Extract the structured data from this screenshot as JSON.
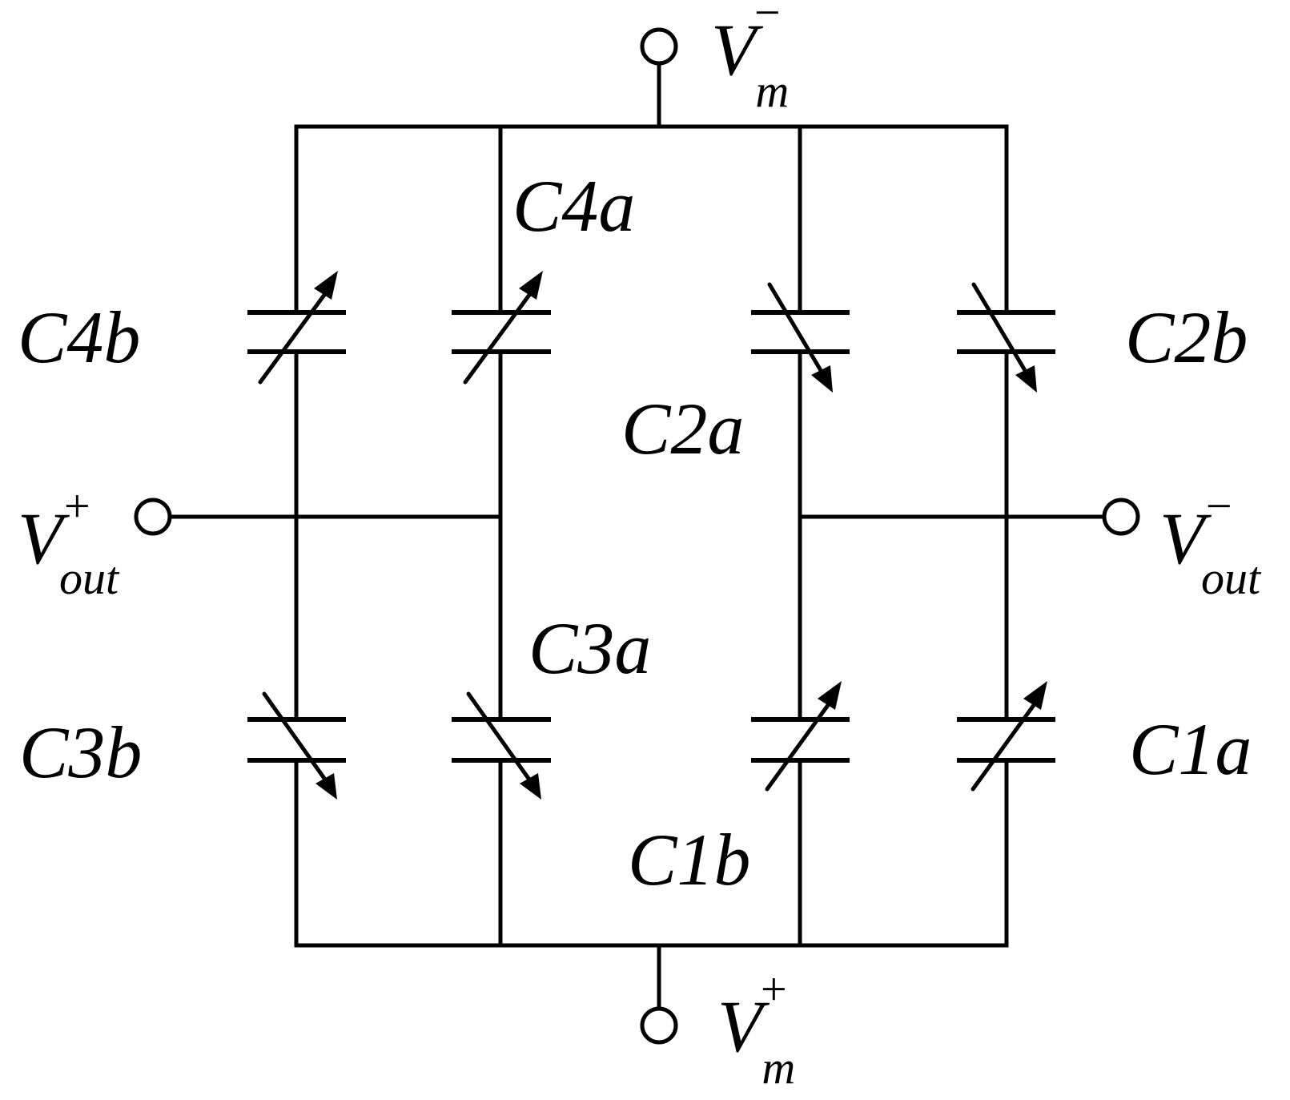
{
  "terminals": {
    "vm_top": {
      "base": "V",
      "sub": "m",
      "sup": "−"
    },
    "vm_bottom": {
      "base": "V",
      "sub": "m",
      "sup": "+"
    },
    "vout_left": {
      "base": "V",
      "sub": "out",
      "sup": "+"
    },
    "vout_right": {
      "base": "V",
      "sub": "out",
      "sup": "−"
    }
  },
  "capacitors": [
    {
      "id": "c4b",
      "label": "C4b",
      "arrow": "up"
    },
    {
      "id": "c4a",
      "label": "C4a",
      "arrow": "up"
    },
    {
      "id": "c2a",
      "label": "C2a",
      "arrow": "down"
    },
    {
      "id": "c2b",
      "label": "C2b",
      "arrow": "down"
    },
    {
      "id": "c3b",
      "label": "C3b",
      "arrow": "down"
    },
    {
      "id": "c3a",
      "label": "C3a",
      "arrow": "down"
    },
    {
      "id": "c1b",
      "label": "C1b",
      "arrow": "up"
    },
    {
      "id": "c1a",
      "label": "C1a",
      "arrow": "up"
    }
  ]
}
